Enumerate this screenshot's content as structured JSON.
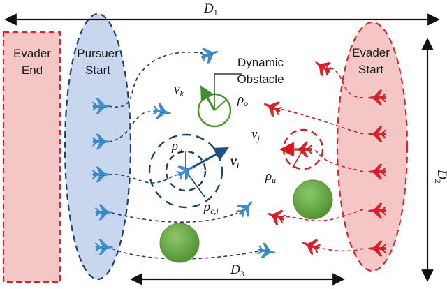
{
  "regions": {
    "evader_end": [
      "Evader",
      "End"
    ],
    "pursuer_start": [
      "Pursuer",
      "Start"
    ],
    "evader_start": [
      "Evader",
      "Start"
    ]
  },
  "obstacle_label": [
    "Dynamic",
    "Obstacle"
  ],
  "dimensions": {
    "d1": {
      "main": "D",
      "sub": "1"
    },
    "d2": {
      "main": "D",
      "sub": "2"
    },
    "d3": {
      "main": "D",
      "sub": "3"
    }
  },
  "symbols": {
    "v_k": {
      "main": "v",
      "sub": "k"
    },
    "rho_o": {
      "main": "ρ",
      "sub": "o"
    },
    "v_j": {
      "main": "v",
      "sub": "j"
    },
    "rho_u_left": {
      "main": "ρ",
      "sub": "u"
    },
    "v_i": {
      "main": "v",
      "sub": "i"
    },
    "rho_u_right": {
      "main": "ρ",
      "sub": "u"
    },
    "rho_ci": {
      "main": "ρ",
      "sub": "c,i"
    }
  },
  "colors": {
    "pursuer": "#3f8fd0",
    "evader": "#e0212b",
    "obstacle_fill": "#5fa83a",
    "obstacle_ring": "#4e9a2c",
    "navy": "#1f3f6e",
    "region_red_fill": "#f5c6c6",
    "region_blue_fill": "#c9d7ee"
  }
}
